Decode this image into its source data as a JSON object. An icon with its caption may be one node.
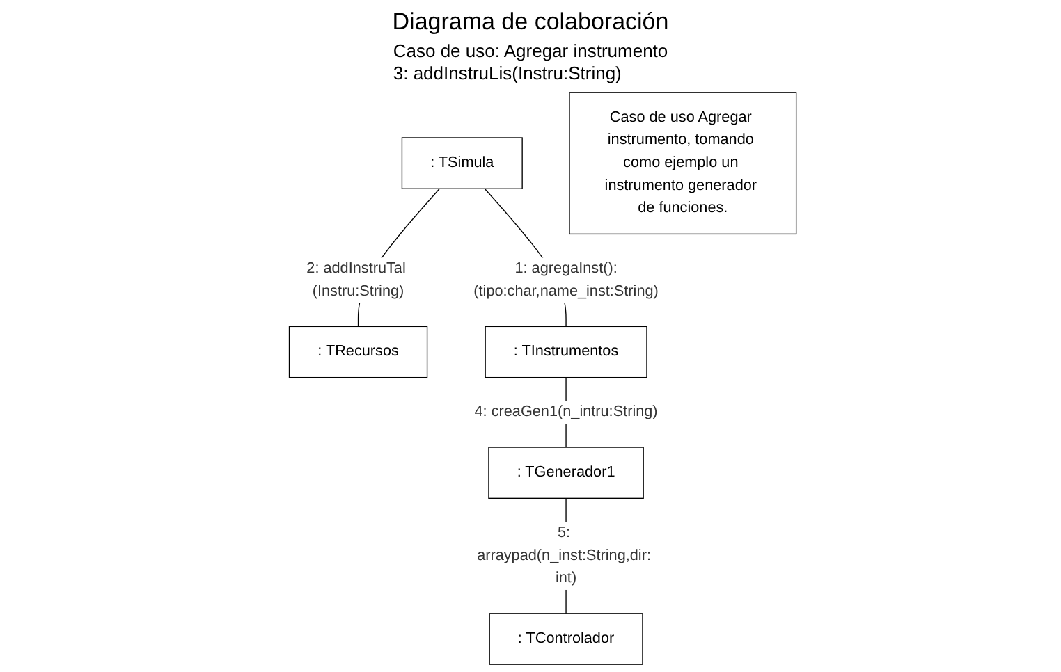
{
  "diagram": {
    "title": "Diagrama de colaboración",
    "nodes": [
      {
        "text": [
          ": TSimula"
        ]
      },
      {
        "text": [
          ": TRecursos"
        ]
      },
      {
        "text": [
          "Caso de uso Agregar instrumento, tomando como ejemplo un instrumento generador de funciones."
        ]
      },
      {
        "text": [
          ": TControlador"
        ]
      },
      {
        "text": [
          ": TInstrumentos"
        ]
      },
      {
        "text": [
          ": TGenerador1"
        ]
      }
    ],
    "edges": [
      {
        "from": 0,
        "to": 1,
        "arrow": "none",
        "label": "2: addInstruTal (Instru:String)"
      },
      {
        "from": 0,
        "to": 4,
        "arrow": "none",
        "label": "1: agregaInst():(tipo:char,name_inst:String)"
      },
      {
        "from": 4,
        "to": 5,
        "arrow": "none",
        "label": "4: creaGen1(n_intru:String)"
      },
      {
        "from": 5,
        "to": 3,
        "arrow": "none",
        "label": "5: arraypad(n_inst:String,dir: int)"
      }
    ],
    "labels": [
      "Caso de uso: Agregar instrumento",
      "3: addInstruLis(Instru:String)"
    ]
  }
}
